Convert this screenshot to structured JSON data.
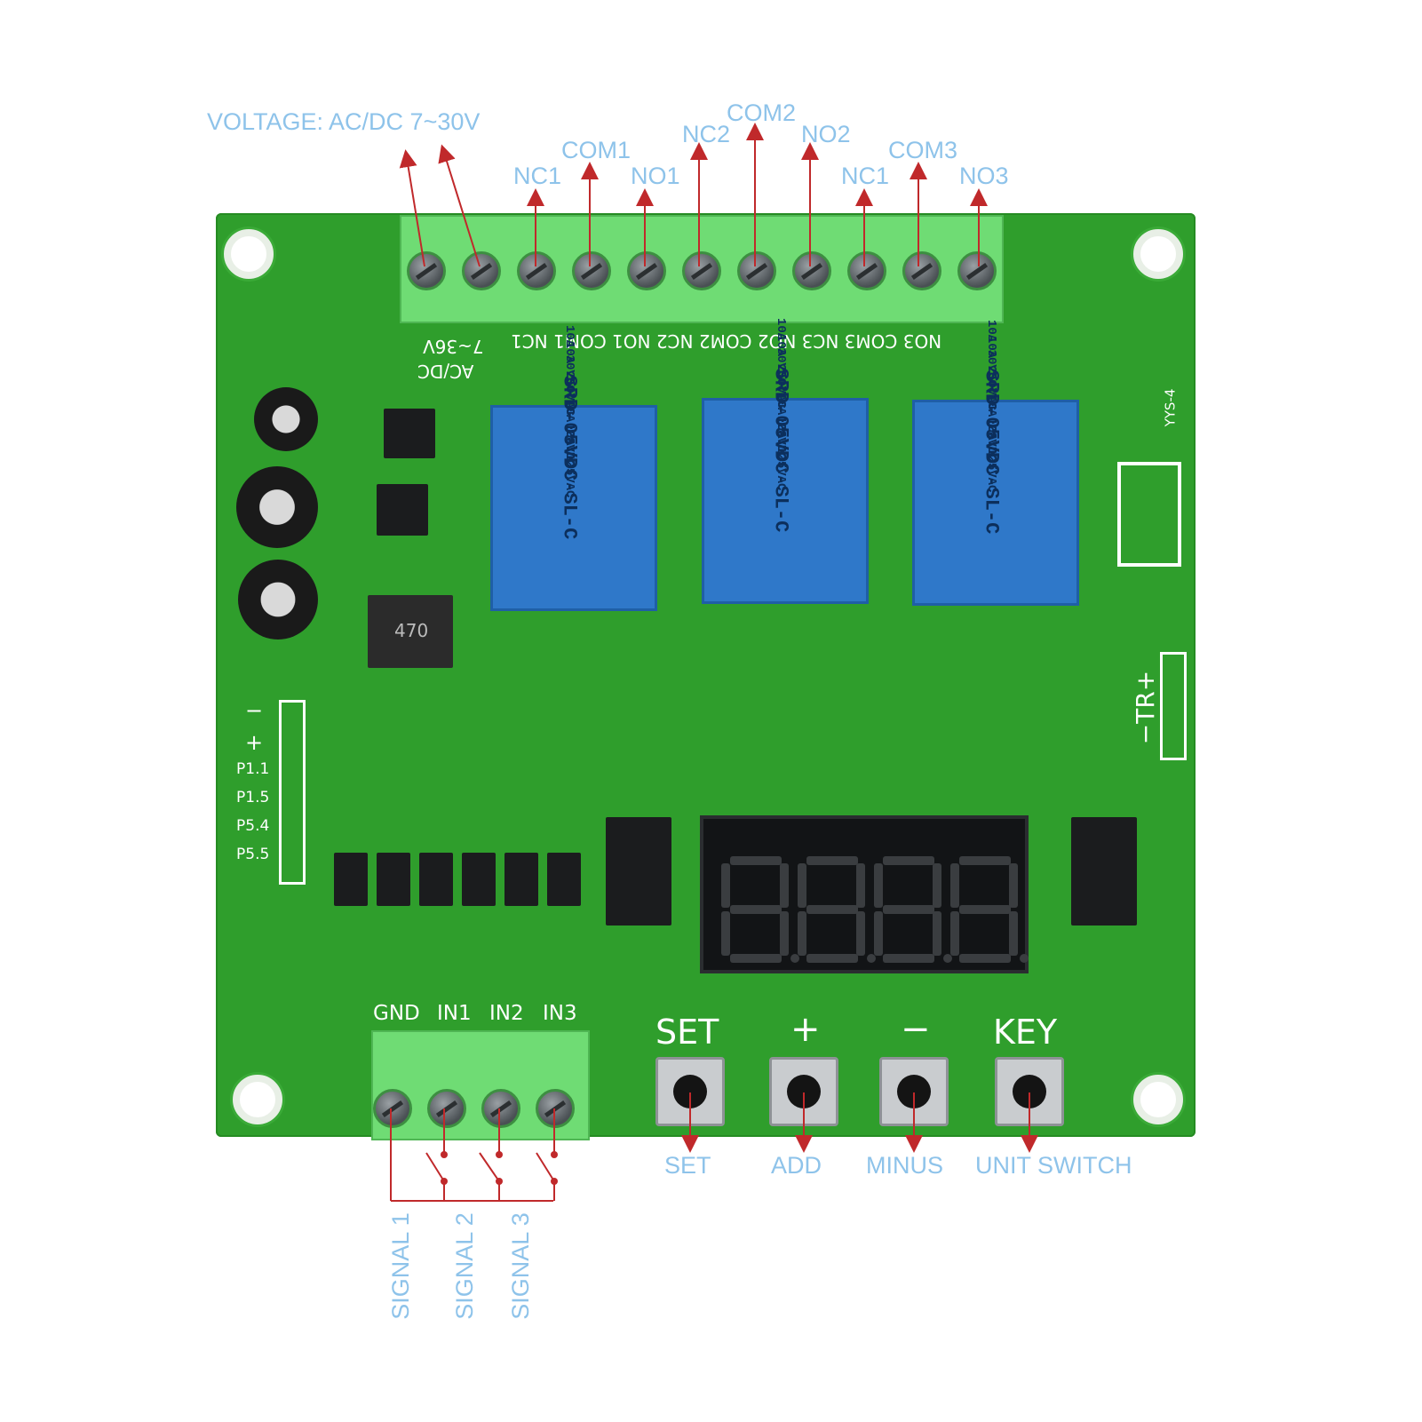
{
  "callouts": {
    "voltage": "VOLTAGE: AC/DC 7~30V",
    "nc1_a": "NC1",
    "com1": "COM1",
    "no1": "NO1",
    "nc2": "NC2",
    "com2": "COM2",
    "no2": "NO2",
    "nc1_b": "NC1",
    "com3": "COM3",
    "no3": "NO3",
    "set": "SET",
    "add": "ADD",
    "minus": "MINUS",
    "unit_switch": "UNIT SWITCH",
    "signal1": "SIGNAL 1",
    "signal2": "SIGNAL 2",
    "signal3": "SIGNAL 3"
  },
  "silkscreen": {
    "top_row": "NO3 COM3 NC3 NO2 COM2 NC2 NO1 COM1 NC1",
    "supply": "7~36V",
    "acdc": "AC/DC",
    "model": "YYS-4",
    "pin_minus": "−",
    "pin_plus": "+",
    "pin_p11": "P1.1",
    "pin_p15": "P1.5",
    "pin_p54": "P5.4",
    "pin_p55": "P5.5",
    "uart": "−TR+",
    "gnd": "GND",
    "in1": "IN1",
    "in2": "IN2",
    "in3": "IN3",
    "btn_set": "SET",
    "btn_plus": "+",
    "btn_minus": "−",
    "btn_key": "KEY",
    "inductor": "470"
  },
  "relays": [
    {
      "line1": "10A 250VAC  10A 125VAC",
      "line2": "10A 30VDC   10A 28VDC",
      "model": "SRD-05VDC-SL-C"
    },
    {
      "line1": "10A 250VAC  10A 125VAC",
      "line2": "10A 30VDC   10A 28VDC",
      "model": "SRD-05VDC-SL-C"
    },
    {
      "line1": "10A 250VAC  10A 125VAC",
      "line2": "10A 30VDC   10A 28VDC",
      "model": "SRD-05VDC-SL-C"
    }
  ],
  "colors": {
    "pcb": "#2f9e2c",
    "callout_text": "#8ec3ea",
    "arrow": "#c0292b",
    "terminal": "#6fdc74",
    "relay": "#2f78c9"
  }
}
